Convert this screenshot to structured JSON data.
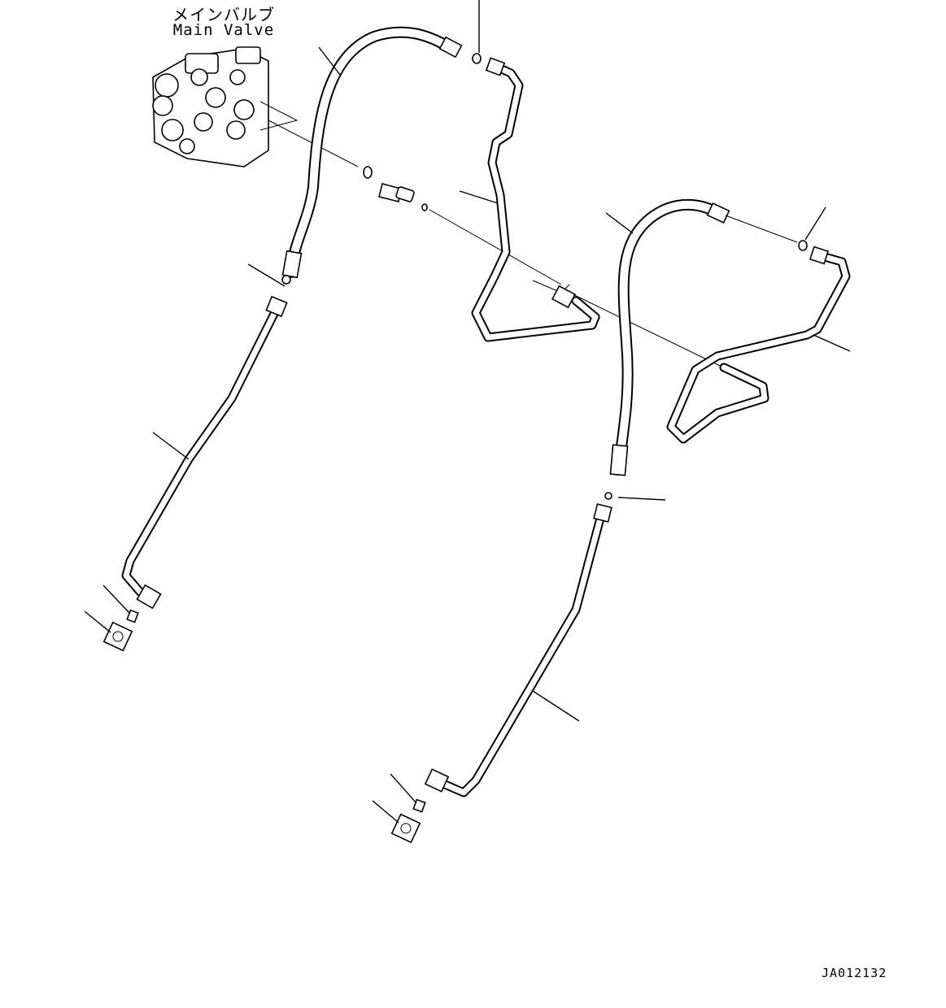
{
  "labels": {
    "main_valve_jp": "メインバルブ",
    "main_valve_en": "Main Valve",
    "drawing_code": "JA012132"
  },
  "colors": {
    "line": "#000000",
    "background": "#ffffff"
  }
}
